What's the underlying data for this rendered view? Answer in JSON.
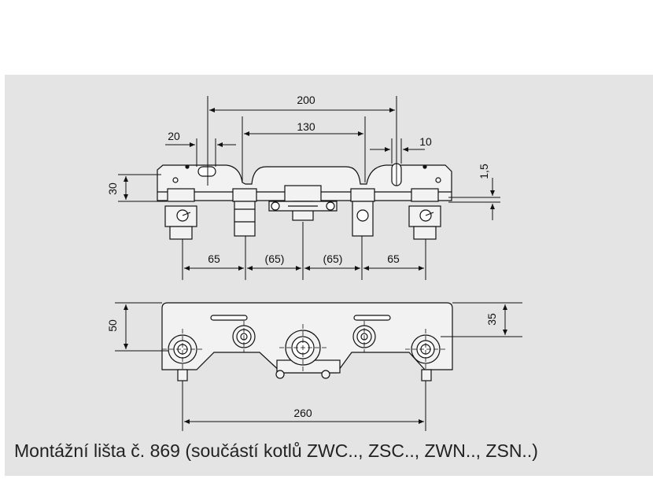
{
  "caption": "Montážní lišta č. 869 (součástí kotlů ZWC.., ZSC.., ZWN.., ZSN..)",
  "dimensions": {
    "top_width_200": "200",
    "top_width_130": "130",
    "top_20": "20",
    "top_10": "10",
    "top_1_5": "1,5",
    "top_height_30": "30",
    "spacing_65_left": "65",
    "spacing_65_paren_left": "(65)",
    "spacing_65_paren_right": "(65)",
    "spacing_65_right": "65",
    "bottom_50": "50",
    "bottom_35": "35",
    "bottom_260": "260"
  },
  "colors": {
    "background": "#e4e4e4",
    "part_fill": "#f2f2f2",
    "line": "#111111"
  }
}
